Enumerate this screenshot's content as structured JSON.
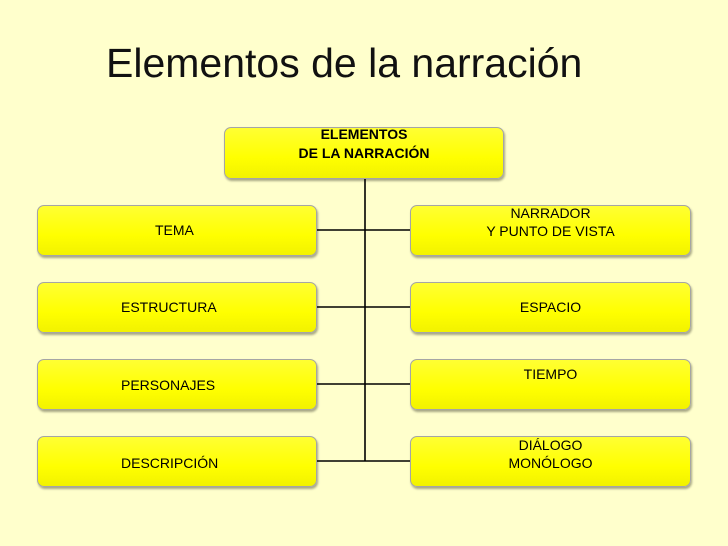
{
  "slide": {
    "title": "Elementos de la narración"
  },
  "root": {
    "line1": "ELEMENTOS",
    "line2": "DE LA NARRACIÓN"
  },
  "left_nodes": [
    "TEMA",
    "ESTRUCTURA",
    "PERSONAJES",
    "DESCRIPCIÓN"
  ],
  "right_nodes": {
    "narrador_line1": "NARRADOR",
    "narrador_line2": "Y PUNTO DE VISTA",
    "espacio": "ESPACIO",
    "tiempo": "TIEMPO",
    "dialogo_line1": "DIÁLOGO",
    "dialogo_line2": "MONÓLOGO"
  },
  "colors": {
    "background": "#ffffcc",
    "box_fill": "#ffff00",
    "connector": "#000000"
  }
}
